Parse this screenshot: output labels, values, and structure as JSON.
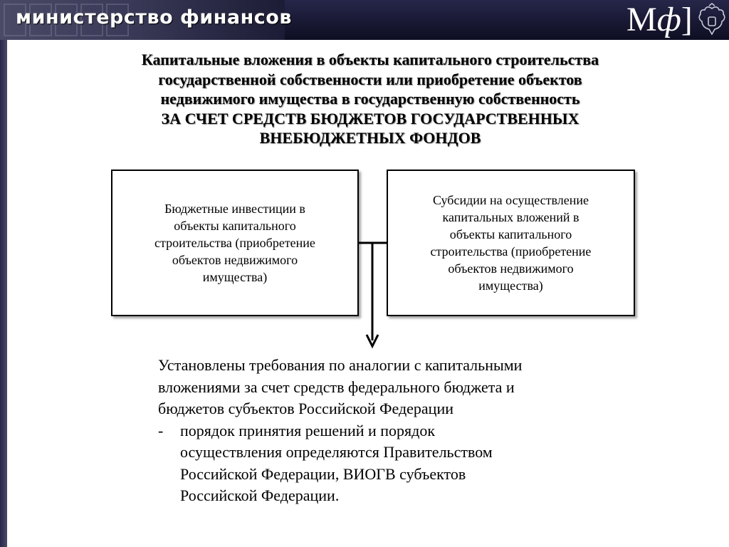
{
  "header": {
    "ministry": "министерство финансов",
    "logo_left": "М",
    "logo_mid": "ф",
    "logo_right": "]",
    "emblem_icon": "double-headed-eagle-icon",
    "brand_color": "#1a1a38"
  },
  "title": {
    "lines": [
      "Капитальные вложения в объекты капитального строительства",
      "государственной  собственности или приобретение объектов",
      "недвижимого имущества в государственную собственность",
      "ЗА СЧЕТ СРЕДСТВ БЮДЖЕТОВ ГОСУДАРСТВЕННЫХ",
      "ВНЕБЮДЖЕТНЫХ ФОНДОВ"
    ]
  },
  "boxes": [
    {
      "lines": [
        "Бюджетные инвестиции в",
        "объекты капитального",
        "строительства (приобретение",
        "объектов недвижимого",
        "имущества)"
      ]
    },
    {
      "lines": [
        "Субсидии на осуществление",
        "капитальных вложений в",
        "объекты капитального",
        "строительства (приобретение",
        "объектов недвижимого",
        "имущества)"
      ]
    }
  ],
  "requirements": {
    "intro_lines": [
      "Установлены требования по аналогии с капитальными",
      "вложениями за счет средств федерального бюджета и",
      "бюджетов субъектов Российской Федерации"
    ],
    "bullet_marker": "-",
    "bullet_lines": [
      "порядок принятия решений и порядок",
      "осуществления определяются Правительством",
      "Российской Федерации, ВИОГВ субъектов",
      "Российской Федерации."
    ]
  }
}
